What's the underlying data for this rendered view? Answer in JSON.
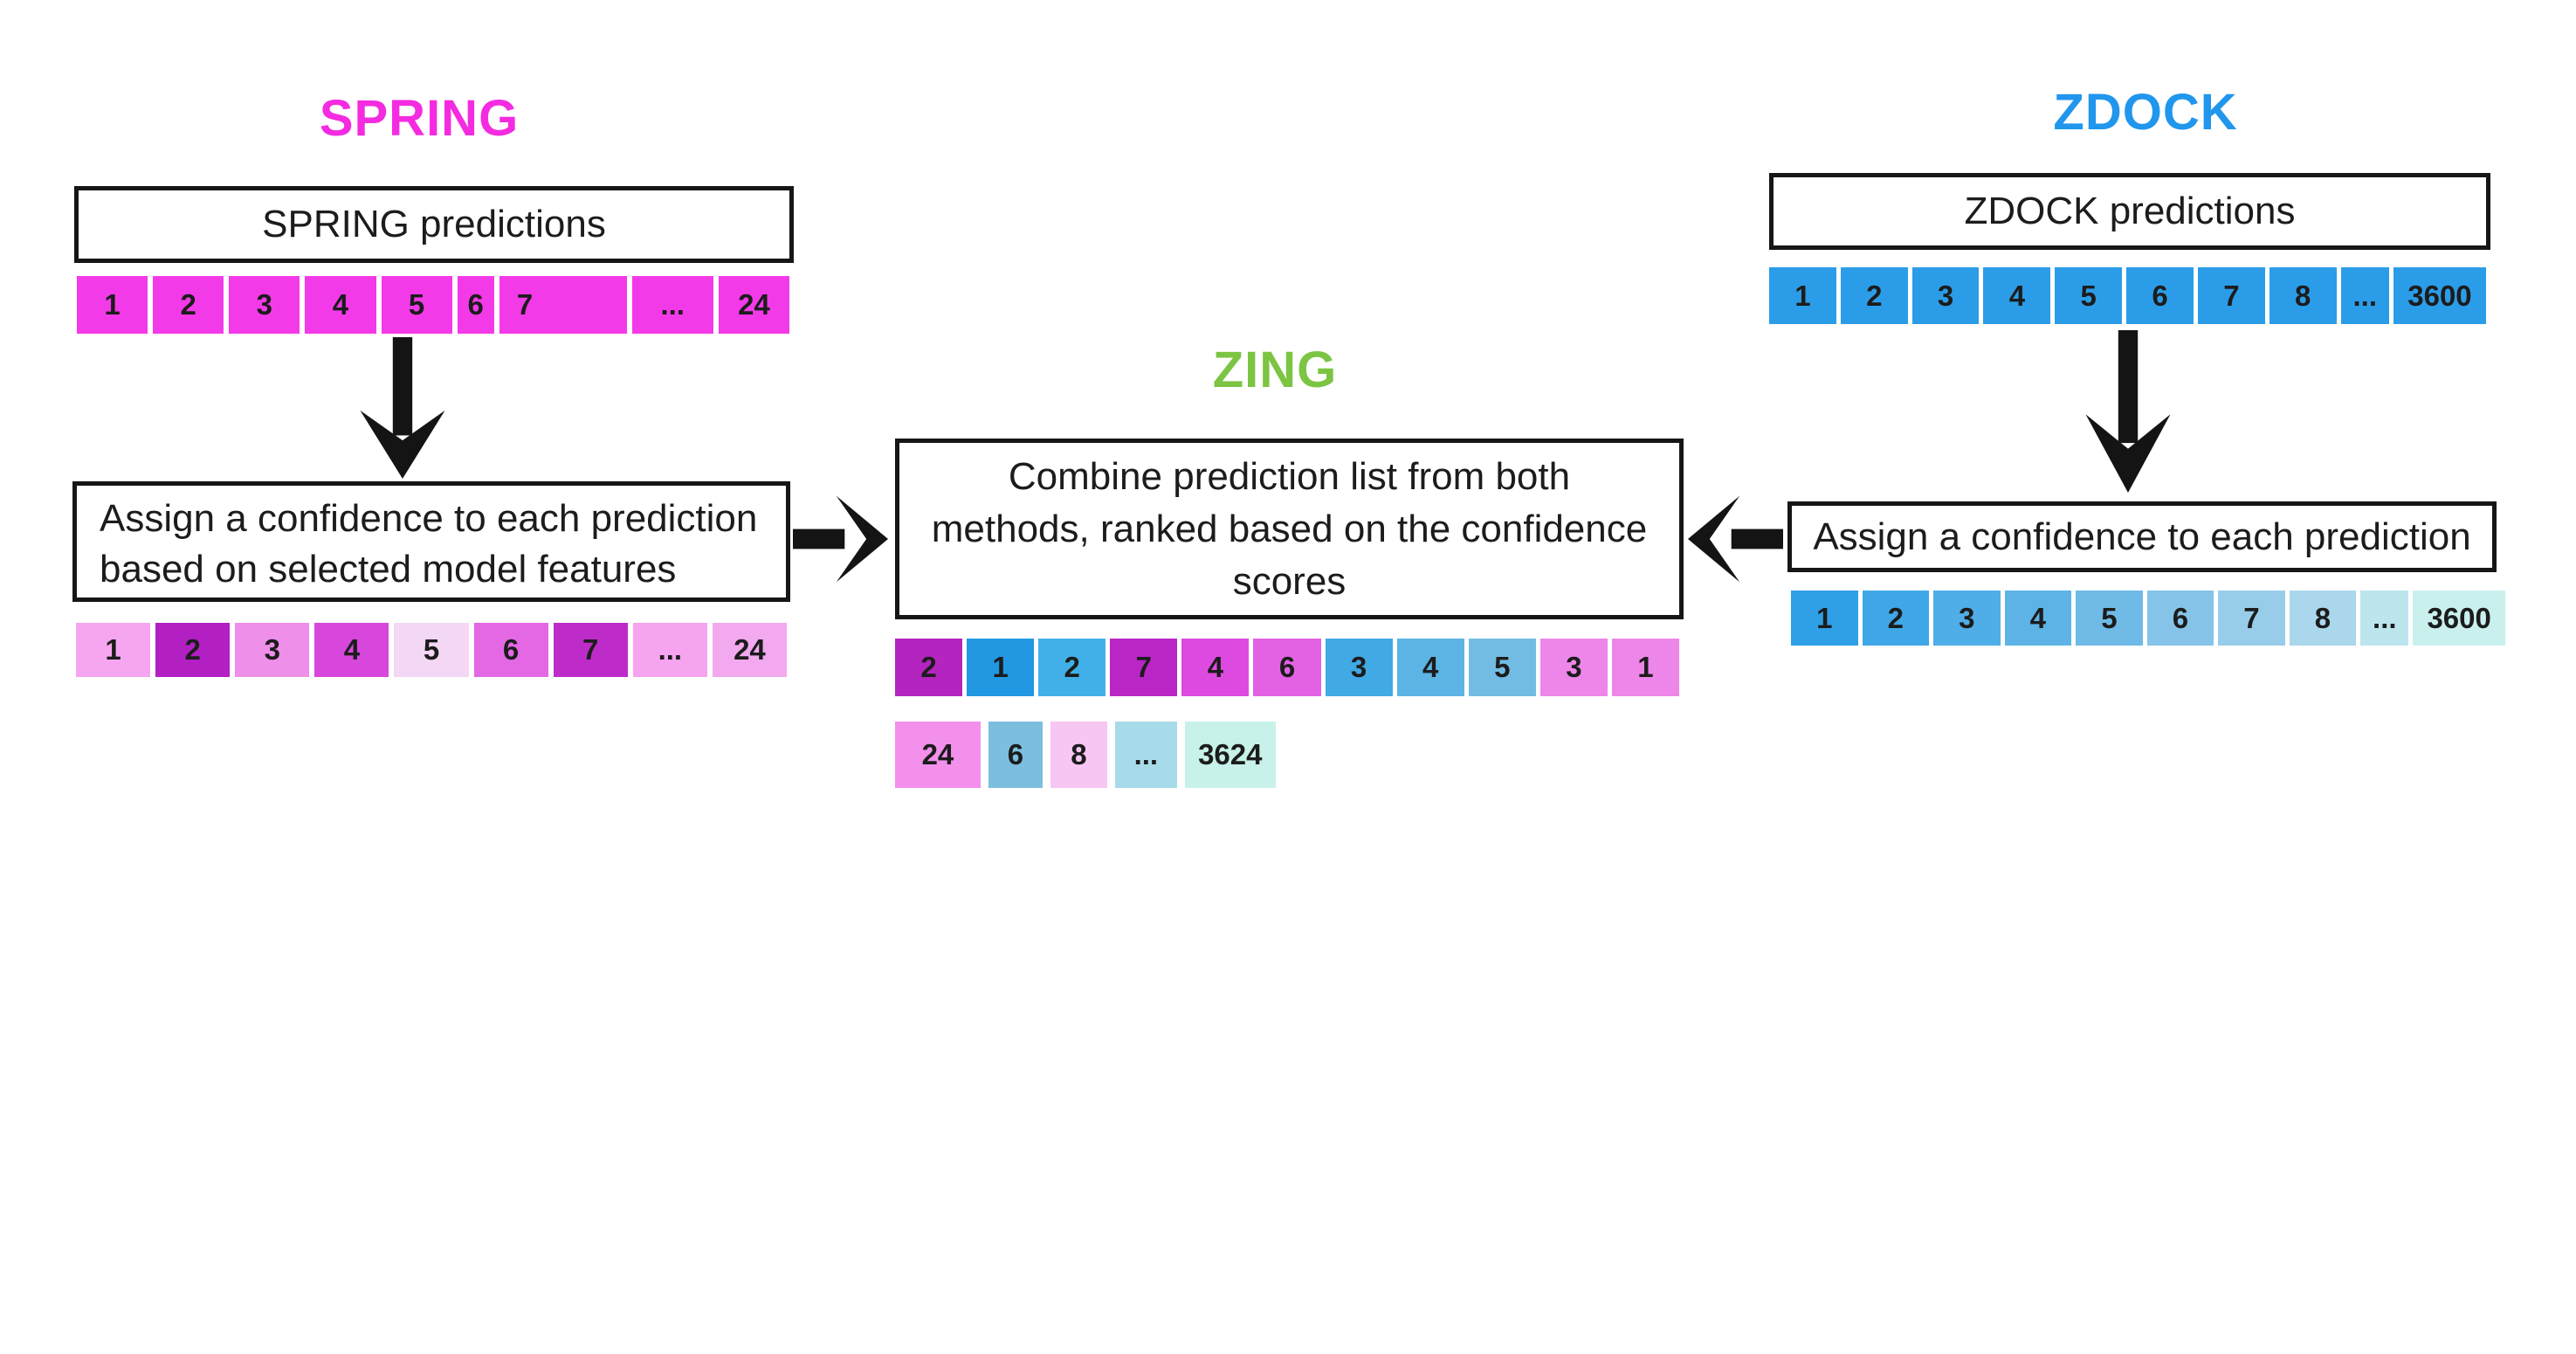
{
  "spring": {
    "title": "SPRING",
    "title_color": "#f42be0",
    "predictions_label": "SPRING predictions",
    "confidence_label": "Assign a confidence to each prediction based on selected model features",
    "cell_color": "#f33ae8",
    "predictions_cells": [
      {
        "label": "1",
        "color": "#f33ae8",
        "w": 1
      },
      {
        "label": "2",
        "color": "#f33ae8",
        "w": 1
      },
      {
        "label": "3",
        "color": "#f33ae8",
        "w": 1
      },
      {
        "label": "4",
        "color": "#f33ae8",
        "w": 1
      },
      {
        "label": "5",
        "color": "#f33ae8",
        "w": 1
      },
      {
        "label": "6",
        "color": "#f33ae8",
        "w": 0.52
      },
      {
        "label": "7",
        "color": "#f33ae8",
        "w": 1.55,
        "align": "left"
      },
      {
        "label": "...",
        "color": "#f33ae8",
        "w": 1.15
      },
      {
        "label": "24",
        "color": "#f33ae8",
        "w": 1
      }
    ],
    "confidence_cells": [
      {
        "label": "1",
        "color": "#f6a6f0",
        "w": 1
      },
      {
        "label": "2",
        "color": "#b21fc3",
        "w": 1
      },
      {
        "label": "3",
        "color": "#ee8fe9",
        "w": 1
      },
      {
        "label": "4",
        "color": "#d747dc",
        "w": 1
      },
      {
        "label": "5",
        "color": "#f3d7f5",
        "w": 1
      },
      {
        "label": "6",
        "color": "#e468e4",
        "w": 1
      },
      {
        "label": "7",
        "color": "#bd2cc9",
        "w": 1
      },
      {
        "label": "...",
        "color": "#f6a4ef",
        "w": 1
      },
      {
        "label": "24",
        "color": "#f3a9ef",
        "w": 1
      }
    ]
  },
  "zing": {
    "title": "ZING",
    "title_color": "#7cc543",
    "combine_label": "Combine prediction list from both methods, ranked based on the confidence scores",
    "row1_cells": [
      {
        "label": "2",
        "color": "#b424be",
        "w": 1
      },
      {
        "label": "1",
        "color": "#2297e2",
        "w": 1
      },
      {
        "label": "2",
        "color": "#41b0e8",
        "w": 1
      },
      {
        "label": "7",
        "color": "#ba25c6",
        "w": 1
      },
      {
        "label": "4",
        "color": "#dd4ae0",
        "w": 1
      },
      {
        "label": "6",
        "color": "#e362e4",
        "w": 1
      },
      {
        "label": "3",
        "color": "#41a9e4",
        "w": 1
      },
      {
        "label": "4",
        "color": "#5cb4e4",
        "w": 1
      },
      {
        "label": "5",
        "color": "#72bce4",
        "w": 1
      },
      {
        "label": "3",
        "color": "#ee86e9",
        "w": 1
      },
      {
        "label": "1",
        "color": "#ee86e9",
        "w": 1
      }
    ],
    "row2_cells": [
      {
        "label": "24",
        "color": "#f290ec",
        "w": 1.5
      },
      {
        "label": "6",
        "color": "#7cbede",
        "w": 0.95
      },
      {
        "label": "8",
        "color": "#f8c6f2",
        "w": 1.0
      },
      {
        "label": "...",
        "color": "#a8dbe9",
        "w": 1.08
      },
      {
        "label": "3624",
        "color": "#c7f1e9",
        "w": 1.6
      }
    ]
  },
  "zdock": {
    "title": "ZDOCK",
    "title_color": "#2096ed",
    "predictions_label": "ZDOCK predictions",
    "confidence_label": "Assign a confidence to each prediction",
    "cell_color": "#2b9de8",
    "predictions_cells": [
      {
        "label": "1",
        "color": "#2b9de8",
        "w": 1
      },
      {
        "label": "2",
        "color": "#2b9de8",
        "w": 1
      },
      {
        "label": "3",
        "color": "#2b9de8",
        "w": 1
      },
      {
        "label": "4",
        "color": "#2b9de8",
        "w": 1
      },
      {
        "label": "5",
        "color": "#2b9de8",
        "w": 1
      },
      {
        "label": "6",
        "color": "#2b9de8",
        "w": 1
      },
      {
        "label": "7",
        "color": "#2b9de8",
        "w": 1
      },
      {
        "label": "8",
        "color": "#2b9de8",
        "w": 1
      },
      {
        "label": "...",
        "color": "#2b9de8",
        "w": 0.72
      },
      {
        "label": "3600",
        "color": "#2b9de8",
        "w": 1.38
      }
    ],
    "confidence_cells": [
      {
        "label": "1",
        "color": "#2f9fe6",
        "w": 1
      },
      {
        "label": "2",
        "color": "#3fa7e7",
        "w": 1
      },
      {
        "label": "3",
        "color": "#4fade8",
        "w": 1
      },
      {
        "label": "4",
        "color": "#5db3e6",
        "w": 1
      },
      {
        "label": "5",
        "color": "#6fbae7",
        "w": 1
      },
      {
        "label": "6",
        "color": "#85c4e8",
        "w": 1
      },
      {
        "label": "7",
        "color": "#98cde9",
        "w": 1
      },
      {
        "label": "8",
        "color": "#aad7ec",
        "w": 1
      },
      {
        "label": "...",
        "color": "#bde5ee",
        "w": 0.72
      },
      {
        "label": "3600",
        "color": "#caf0ee",
        "w": 1.38
      }
    ]
  }
}
